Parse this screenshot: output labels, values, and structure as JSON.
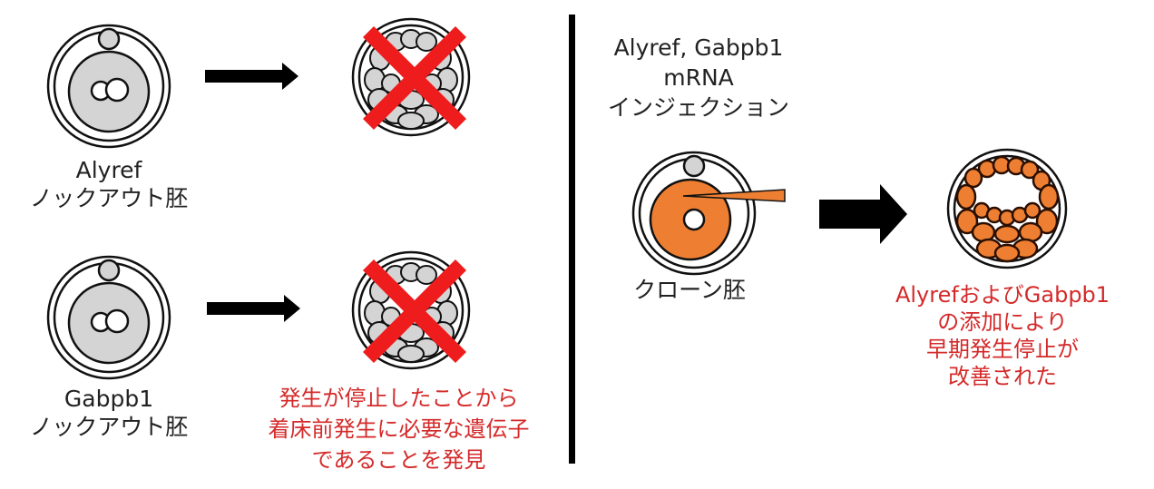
{
  "left_panel": {
    "row1": {
      "embryo_label_line1": "Alyref",
      "embryo_label_line2": "ノックアウト胚"
    },
    "row2": {
      "embryo_label_line1": "Gabpb1",
      "embryo_label_line2": "ノックアウト胚"
    },
    "conclusion": {
      "line1": "発生が停止したことから",
      "line2": "着床前発生に必要な遺伝子",
      "line3": "であることを発見"
    }
  },
  "right_panel": {
    "injection_label": {
      "line1": "Alyref, Gabpb1",
      "line2": "mRNA",
      "line3": "インジェクション"
    },
    "clone_label": "クローン胚",
    "result": {
      "line1": "AlyrefおよびGabpb1",
      "line2": "の添加により",
      "line3": "早期発生停止が",
      "line4": "改善された"
    }
  },
  "colors": {
    "cell_gray": "#d4d4d4",
    "cell_orange": "#ee7f32",
    "cross_red": "#ee1c1c",
    "text_red": "#d42a2a",
    "outline": "#111111"
  },
  "icons": {
    "arrow": "right-arrow",
    "cross": "x-mark",
    "pipette": "injection-needle"
  }
}
